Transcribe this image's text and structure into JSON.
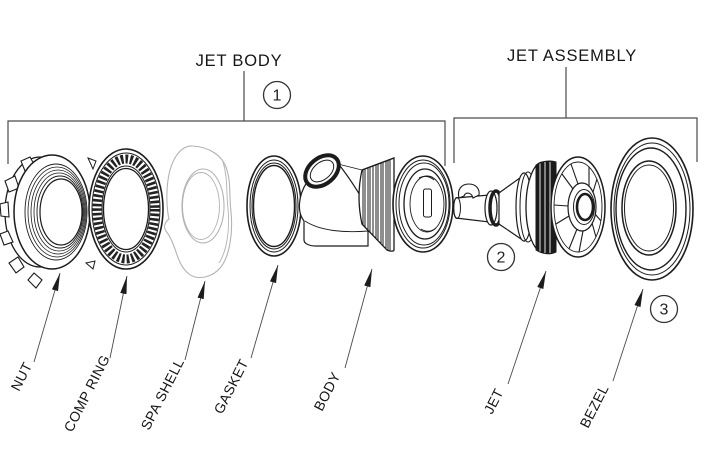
{
  "diagram": {
    "groups": {
      "jet_body": {
        "label": "JET BODY",
        "callout": "1"
      },
      "jet_assembly": {
        "label": "JET ASSEMBLY"
      }
    },
    "callouts": {
      "c1": "1",
      "c2": "2",
      "c3": "3"
    },
    "parts": {
      "nut": {
        "label": "NUT"
      },
      "comp_ring": {
        "label": "COMP RING"
      },
      "spa_shell": {
        "label": "SPA SHELL"
      },
      "gasket": {
        "label": "GASKET"
      },
      "body": {
        "label": "BODY"
      },
      "jet": {
        "label": "JET"
      },
      "bezel": {
        "label": "BEZEL"
      }
    },
    "colors": {
      "line": "#1c1c1c",
      "shell_outline": "#b3b3b3",
      "annotation": "#4a4a4a"
    }
  }
}
